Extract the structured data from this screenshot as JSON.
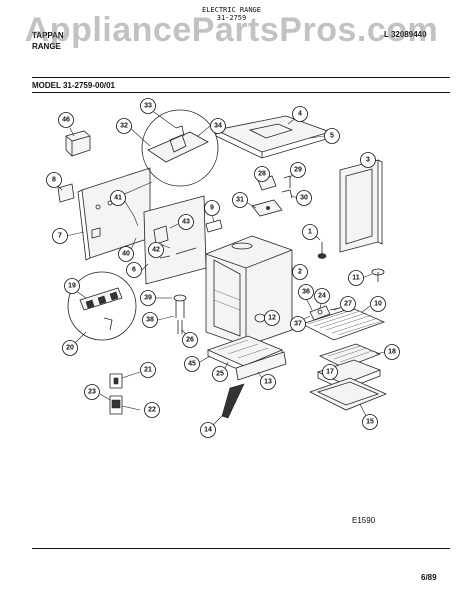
{
  "header": {
    "doc_title_line1": "ELECTRIC RANGE",
    "doc_title_line2": "31-2759",
    "brand": "TAPPAN",
    "product": "RANGE",
    "part_ref": "L 32089440",
    "watermark": "AppliancePartsPros.com"
  },
  "model_label": "MODEL 31-2759-00/01",
  "figure_code": "E1590",
  "page_code": "6/89",
  "callouts": {
    "c1": "1",
    "c2": "2",
    "c3": "3",
    "c4": "4",
    "c5": "5",
    "c6": "6",
    "c7": "7",
    "c8": "8",
    "c9": "9",
    "c10": "10",
    "c11": "11",
    "c12": "12",
    "c13": "13",
    "c14": "14",
    "c15": "15",
    "c17": "17",
    "c18": "18",
    "c19": "19",
    "c20": "20",
    "c21": "21",
    "c22": "22",
    "c23": "23",
    "c24": "24",
    "c25": "25",
    "c26": "26",
    "c27": "27",
    "c28": "28",
    "c29": "29",
    "c30": "30",
    "c31": "31",
    "c32": "32",
    "c33": "33",
    "c34": "34",
    "c36": "36",
    "c37": "37",
    "c38": "38",
    "c39": "39",
    "c40": "40",
    "c41": "41",
    "c42": "42",
    "c43": "43",
    "c45": "45",
    "c46": "46"
  }
}
